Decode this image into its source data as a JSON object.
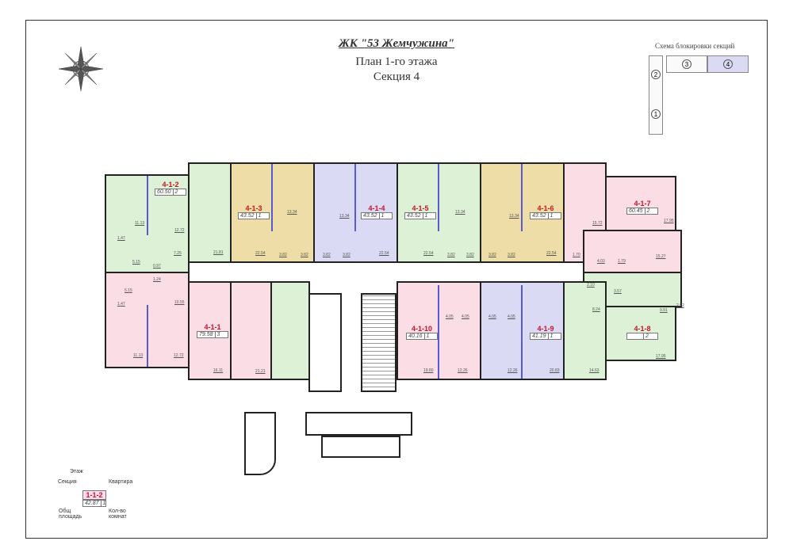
{
  "header": {
    "complex": "ЖК \"53 Жемчужина\"",
    "plan": "План 1-го этажа",
    "section": "Секция 4"
  },
  "scheme": {
    "title": "Схема блокировки секций",
    "sections": [
      "1",
      "2",
      "3",
      "4"
    ],
    "highlighted": "4"
  },
  "colors": {
    "green": "#dcf1d6",
    "pink": "#fbdde6",
    "yellow": "#eedda6",
    "purple": "#dadaf4",
    "apt_id": "#c0162a"
  },
  "apartments": [
    {
      "id": "4-1-1",
      "area": "79.58",
      "rooms": "3"
    },
    {
      "id": "4-1-2",
      "area": "60.50",
      "rooms": "2"
    },
    {
      "id": "4-1-3",
      "area": "43.52",
      "rooms": "1"
    },
    {
      "id": "4-1-4",
      "area": "43.52",
      "rooms": "1"
    },
    {
      "id": "4-1-5",
      "area": "43.52",
      "rooms": "1"
    },
    {
      "id": "4-1-6",
      "area": "43.52",
      "rooms": "1"
    },
    {
      "id": "4-1-7",
      "area": "60.45",
      "rooms": "2"
    },
    {
      "id": "4-1-8",
      "area": "",
      "rooms": "2"
    },
    {
      "id": "4-1-9",
      "area": "41.19",
      "rooms": "1"
    },
    {
      "id": "4-1-10",
      "area": "40.16",
      "rooms": "1"
    }
  ],
  "room_areas": [
    "11.13",
    "12.72",
    "1.47",
    "7.25",
    "21.81",
    "22.54",
    "13.34",
    "3.82",
    "3.82",
    "3.82",
    "3.82",
    "13.34",
    "22.54",
    "5.15",
    "0.97",
    "1.24",
    "5.15",
    "1.47",
    "10.55",
    "11.13",
    "12.72",
    "16.11",
    "21.21",
    "13.34",
    "22.54",
    "3.82",
    "3.82",
    "3.82",
    "3.82",
    "13.34",
    "22.54",
    "15.72",
    "17.95",
    "1.70",
    "4.03",
    "1.79",
    "15.27",
    "2.10",
    "3.57",
    "8.24",
    "9.91",
    "2.92",
    "17.95",
    "4.05",
    "4.05",
    "4.05",
    "4.05",
    "19.80",
    "12.26",
    "12.26",
    "20.83",
    "14.63"
  ],
  "legend": {
    "floor": "Этаж",
    "section": "Секция",
    "apartment": "Квартира",
    "sample_id": "1-1-2",
    "sample_area": "42.87",
    "sample_rooms": "1",
    "total_area": "Общ площадь",
    "room_count": "Кол-во комнат"
  }
}
